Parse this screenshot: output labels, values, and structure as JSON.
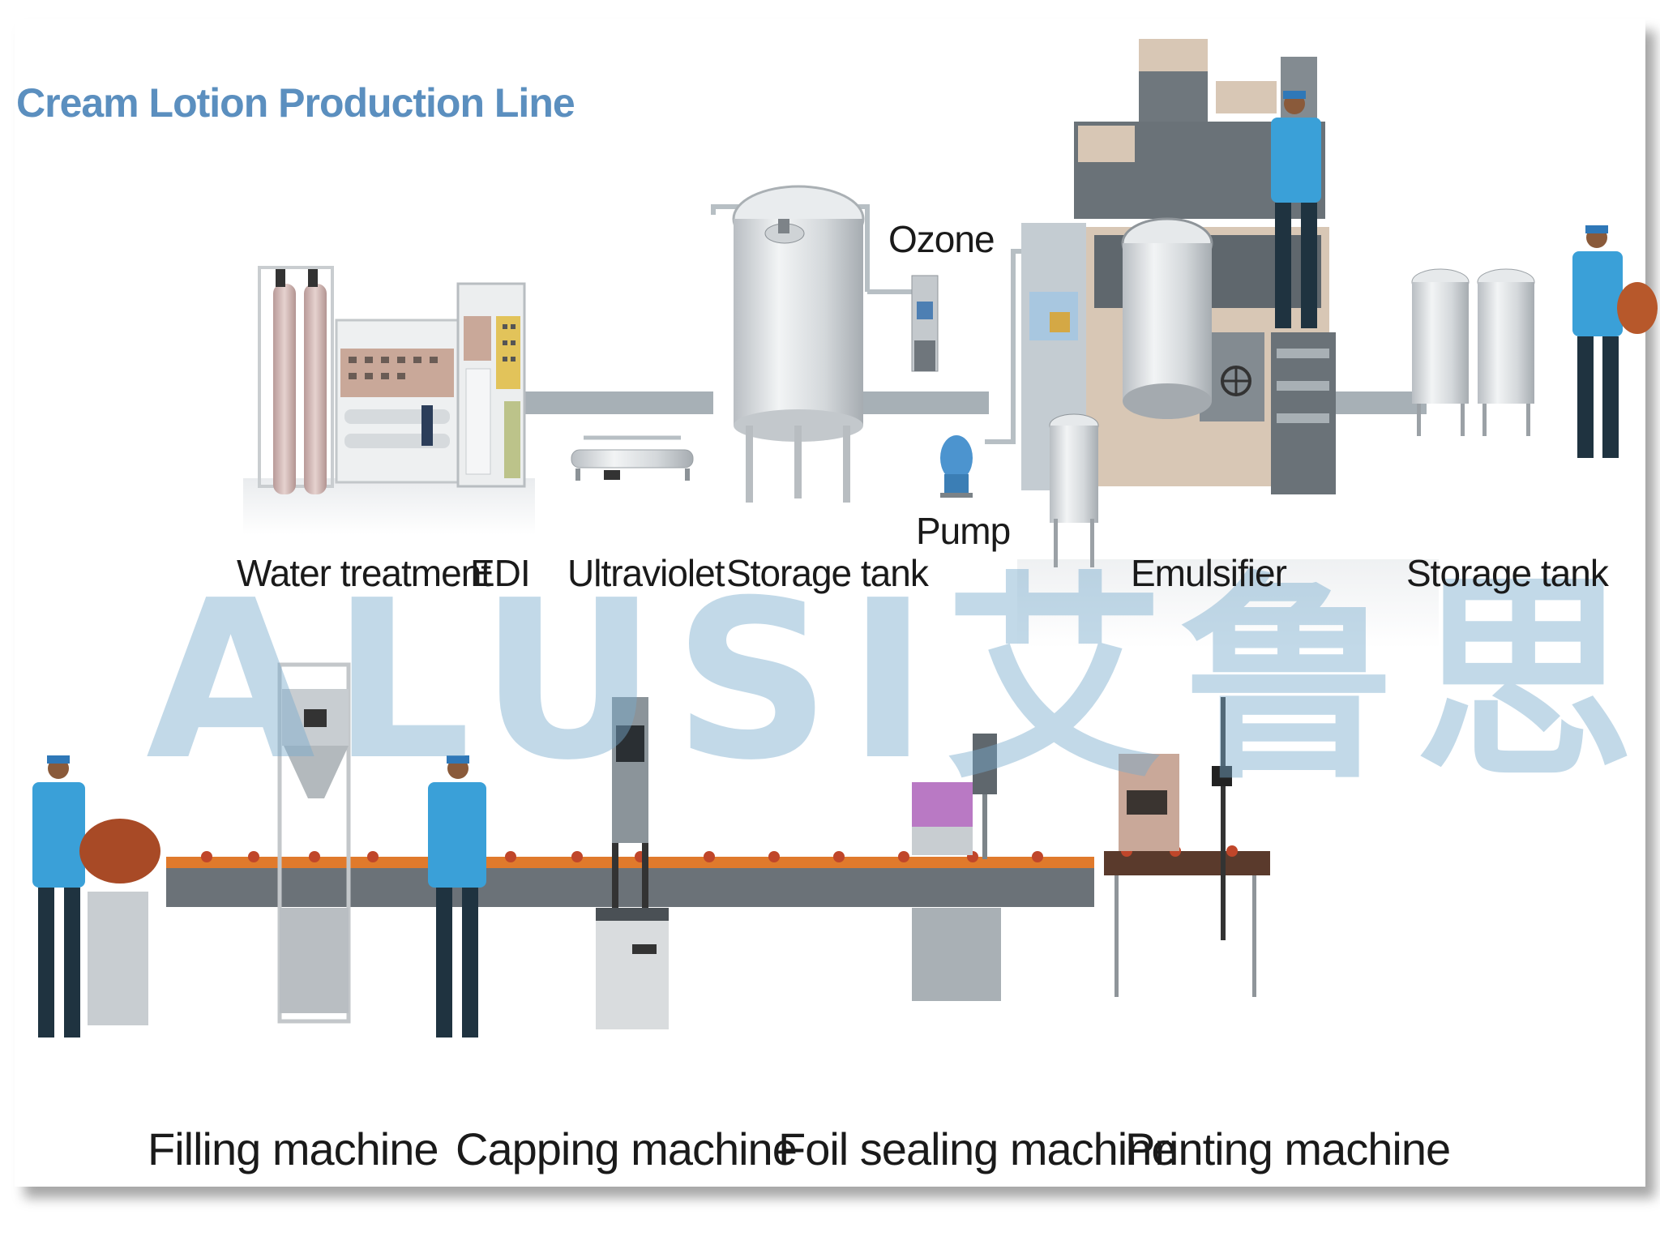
{
  "title": "Cream Lotion Production Line",
  "watermark": "ALUSI艾鲁思",
  "top_labels": {
    "water_treatment": "Water treatment",
    "edi": "EDI",
    "ultraviolet": "Ultraviolet",
    "storage_tank_1": "Storage tank",
    "ozone": "Ozone",
    "pump": "Pump",
    "emulsifier": "Emulsifier",
    "storage_tank_2": "Storage tank"
  },
  "bottom_labels": {
    "filling_machine": "Filling machine",
    "capping_machine": "Capping machine",
    "foil_sealing_machine": "Foil sealing machine",
    "printing_machine": "Printing machine"
  },
  "colors": {
    "title": "#5b8fbf",
    "pipe": "#9aa5ad",
    "conveyor_orange": "#e07a2c",
    "conveyor_body": "#6b7278",
    "worker_shirt": "#3aa0d8",
    "worker_pants": "#1f3340",
    "machine_panel": "#c9a899",
    "emulsifier_frame": "#d8c7b5"
  }
}
